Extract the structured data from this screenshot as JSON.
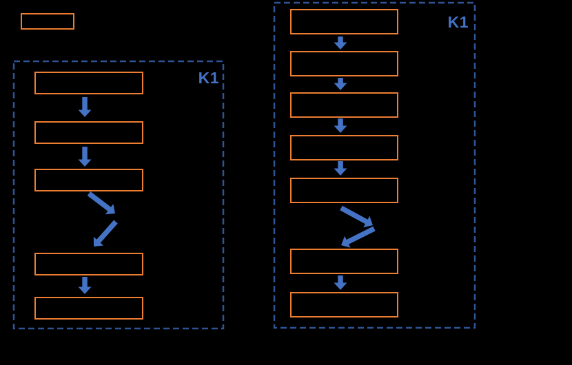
{
  "colors": {
    "background": "#000000",
    "box_border": "#ED7D31",
    "arrow": "#4472C4",
    "group_border": "#2F5496",
    "group_label": "#4472C4"
  },
  "legend_box": {
    "label": ""
  },
  "groups": [
    {
      "id": "left",
      "label": "K1",
      "boxes": [
        "",
        "",
        "",
        "",
        ""
      ]
    },
    {
      "id": "right",
      "label": "K1",
      "boxes": [
        "",
        "",
        "",
        "",
        "",
        "",
        ""
      ]
    }
  ]
}
